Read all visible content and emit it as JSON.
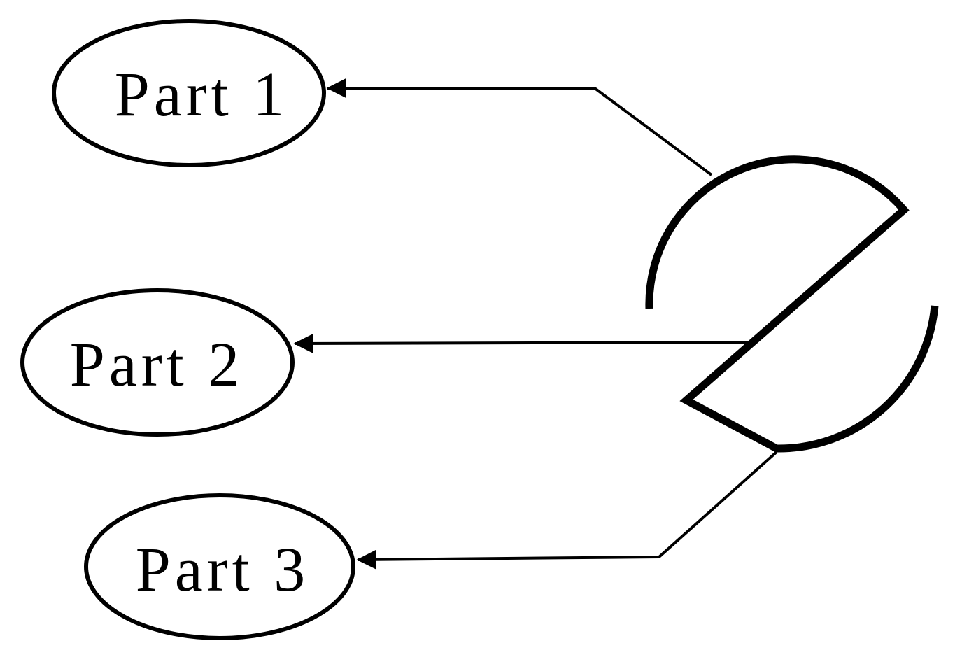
{
  "canvas": {
    "background": "#ffffff",
    "ink_color": "#000000"
  },
  "diagram": {
    "nodes": [
      {
        "id": "part-1",
        "label": "Part 1"
      },
      {
        "id": "part-2",
        "label": "Part 2"
      },
      {
        "id": "part-3",
        "label": "Part 3"
      }
    ],
    "source_shape": {
      "name": "split-circle",
      "description": "circle broken into two offset half-disc outlines"
    },
    "edges": [
      {
        "from": "split-circle",
        "to": "part-1"
      },
      {
        "from": "split-circle",
        "to": "part-2"
      },
      {
        "from": "split-circle",
        "to": "part-3"
      }
    ]
  }
}
